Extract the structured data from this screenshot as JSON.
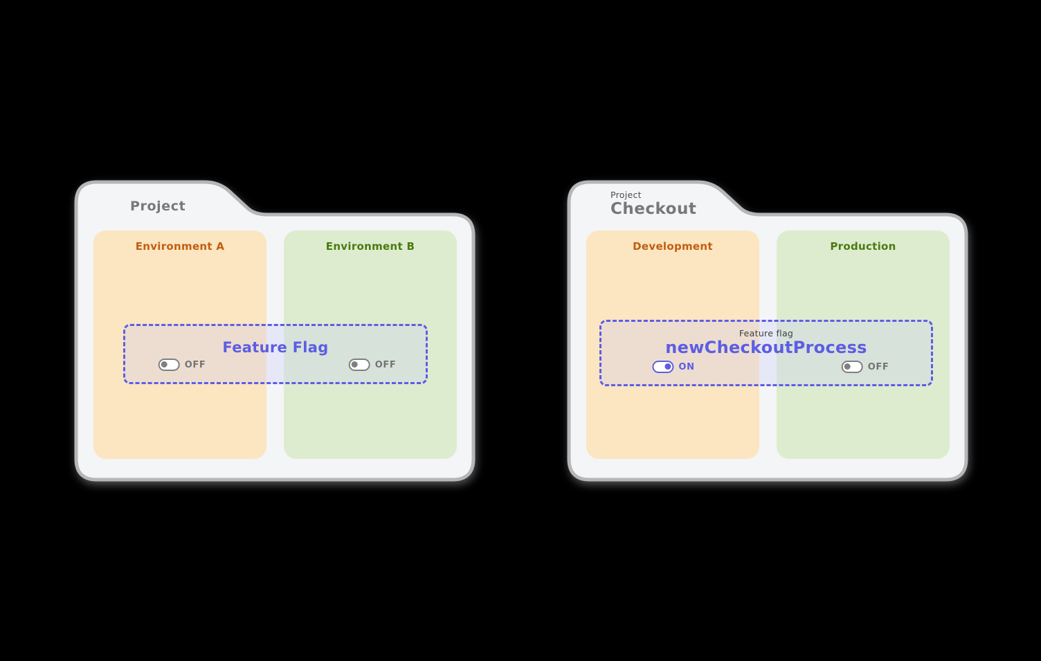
{
  "background": "#000000",
  "palette": {
    "folder_fill": "#f4f5f7",
    "folder_border": "#b5b6b8",
    "tab_text_gray": "#77787a",
    "orange_panel": "#fce5c1",
    "orange_text": "#c05f10",
    "green_panel": "#ddeccf",
    "green_text": "#4a7a10",
    "flag_purple": "#5d5de2",
    "flag_box_fill": "rgba(203,203,248,0.30)",
    "toggle_off_gray": "#7e7f81"
  },
  "folders": [
    {
      "tab": {
        "title": "Project"
      },
      "flag": {
        "name": "Feature Flag"
      },
      "environments": [
        {
          "name": "Environment A",
          "theme": "orange",
          "toggle": {
            "state": "off",
            "label": "OFF"
          }
        },
        {
          "name": "Environment B",
          "theme": "green",
          "toggle": {
            "state": "off",
            "label": "OFF"
          }
        }
      ]
    },
    {
      "tab": {
        "kicker": "Project",
        "title": "Checkout"
      },
      "flag": {
        "kicker": "Feature flag",
        "name": "newCheckoutProcess"
      },
      "environments": [
        {
          "name": "Development",
          "theme": "orange",
          "toggle": {
            "state": "on",
            "label": "ON"
          }
        },
        {
          "name": "Production",
          "theme": "green",
          "toggle": {
            "state": "off",
            "label": "OFF"
          }
        }
      ]
    }
  ]
}
